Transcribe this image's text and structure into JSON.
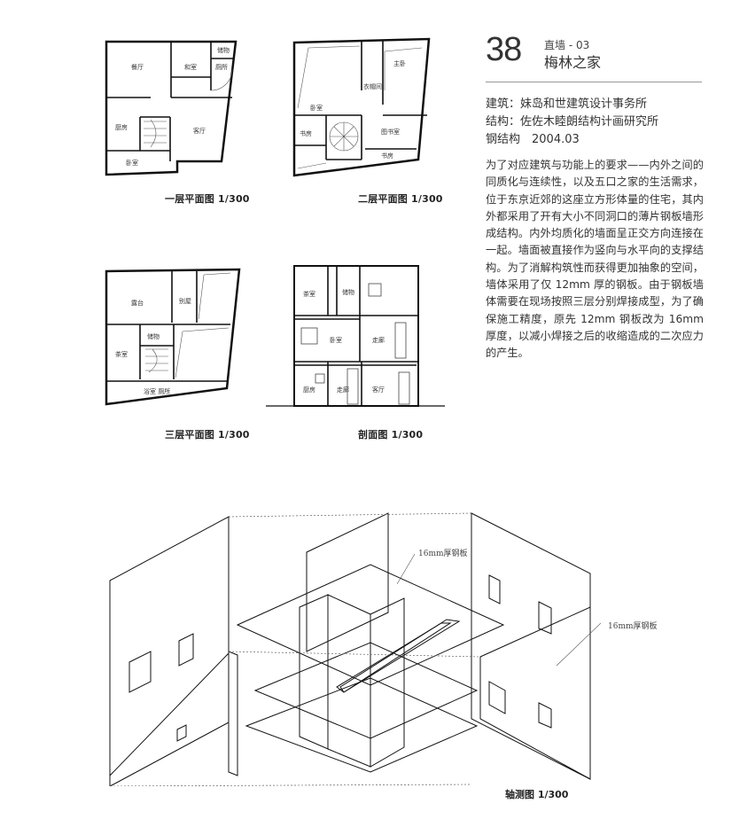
{
  "header": {
    "number": "38",
    "category": "直墙 - 03",
    "title": "梅林之家"
  },
  "credits": {
    "architect": "建筑：妹岛和世建筑设计事务所",
    "structure": "结构：佐佐木睦朗结构计画研究所",
    "system_date": "钢结构　2004.03"
  },
  "description": "为了对应建筑与功能上的要求——内外之间的同质化与连续性，以及五口之家的生活需求，位于东京近郊的这座立方形体量的住宅，其内外都采用了开有大小不同洞口的薄片钢板墙形成结构。内外均质化的墙面呈正交方向连接在一起。墙面被直接作为竖向与水平向的支撑结构。为了消解构筑性而获得更加抽象的空间，墙体采用了仅 12mm 厚的钢板。由于钢板墙体需要在现场按照三层分别焊接成型，为了确保施工精度，原先 12mm 钢板改为 16mm 厚度，以减小焊接之后的收缩造成的二次应力的产生。",
  "plans": {
    "first": {
      "caption": "一层平面图 1/300",
      "rooms": {
        "dining": "餐厅",
        "japanese": "和室",
        "storage": "储物",
        "toilet": "厕所",
        "kitchen": "厨房",
        "living": "客厅",
        "bedroom": "卧室"
      }
    },
    "second": {
      "caption": "二层平面图 1/300",
      "rooms": {
        "master": "主卧",
        "closet": "衣帽间",
        "bedroom": "卧室",
        "study_left": "书房",
        "library": "图书室",
        "study_bottom": "书房"
      }
    },
    "third": {
      "caption": "三层平面图 1/300",
      "rooms": {
        "terrace": "露台",
        "annex": "别屋",
        "storage": "储物",
        "tea": "茶室",
        "bath_toilet": "浴室  厕所"
      }
    },
    "section": {
      "caption": "剖面图 1/300",
      "rooms": {
        "tea": "茶室",
        "storage": "储物",
        "bedroom": "卧室",
        "corridor_mid": "走廊",
        "kitchen": "厨房",
        "corridor_low": "走廊",
        "living": "客厅"
      }
    }
  },
  "axonometric": {
    "caption": "轴测图 1/300",
    "label_inner": "16mm厚钢板",
    "label_outer": "16mm厚钢板"
  }
}
